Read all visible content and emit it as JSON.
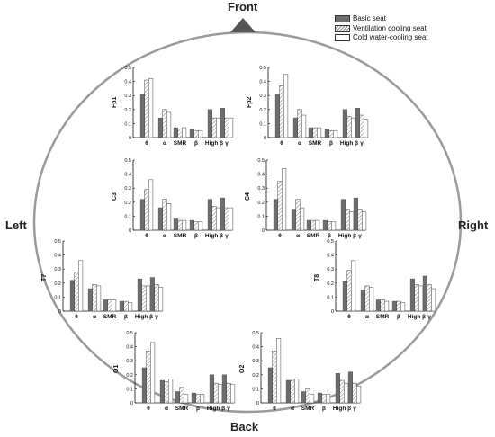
{
  "labels": {
    "front": "Front",
    "back": "Back",
    "left": "Left",
    "right": "Right"
  },
  "colors": {
    "basic": "#6d6d6d",
    "ventilation": "#d0d0d0",
    "cold": "#ffffff",
    "outline": "#333333",
    "ellipse": "#9a9a9a",
    "arrow": "#555555"
  },
  "legend": [
    "Basic seat",
    "Ventilation cooling seat",
    "Cold water-cooling seat"
  ],
  "chart_data": [
    {
      "type": "bar",
      "panel": "Fp1",
      "ylabel": "Fp1",
      "ylim": [
        0,
        0.5
      ],
      "yticks": [
        "0",
        "0.1",
        "0.2",
        "0.3",
        "0.4",
        "0.5"
      ],
      "categories": [
        "θ",
        "α",
        "SMR",
        "β",
        "High β",
        "γ"
      ],
      "series": [
        {
          "name": "Basic seat",
          "values": [
            0.31,
            0.14,
            0.07,
            0.06,
            0.2,
            0.21
          ]
        },
        {
          "name": "Ventilation cooling seat",
          "values": [
            0.41,
            0.2,
            0.06,
            0.05,
            0.14,
            0.14
          ]
        },
        {
          "name": "Cold water-cooling seat",
          "values": [
            0.42,
            0.18,
            0.07,
            0.05,
            0.14,
            0.14
          ]
        }
      ]
    },
    {
      "type": "bar",
      "panel": "Fp2",
      "ylabel": "Fp2",
      "ylim": [
        0,
        0.5
      ],
      "yticks": [
        "0",
        "0.1",
        "0.2",
        "0.3",
        "0.4",
        "0.5"
      ],
      "categories": [
        "θ",
        "α",
        "SMR",
        "β",
        "High β",
        "γ"
      ],
      "series": [
        {
          "name": "Basic seat",
          "values": [
            0.31,
            0.14,
            0.07,
            0.06,
            0.2,
            0.21
          ]
        },
        {
          "name": "Ventilation cooling seat",
          "values": [
            0.37,
            0.2,
            0.07,
            0.05,
            0.15,
            0.16
          ]
        },
        {
          "name": "Cold water-cooling seat",
          "values": [
            0.45,
            0.16,
            0.07,
            0.05,
            0.14,
            0.13
          ]
        }
      ]
    },
    {
      "type": "bar",
      "panel": "C3",
      "ylabel": "C3",
      "ylim": [
        0,
        0.5
      ],
      "yticks": [
        "0",
        "0.1",
        "0.2",
        "0.3",
        "0.4",
        "0.5"
      ],
      "categories": [
        "θ",
        "α",
        "SMR",
        "β",
        "High β",
        "γ"
      ],
      "series": [
        {
          "name": "Basic seat",
          "values": [
            0.22,
            0.16,
            0.08,
            0.07,
            0.22,
            0.23
          ]
        },
        {
          "name": "Ventilation cooling seat",
          "values": [
            0.29,
            0.22,
            0.07,
            0.06,
            0.17,
            0.16
          ]
        },
        {
          "name": "Cold water-cooling seat",
          "values": [
            0.36,
            0.19,
            0.07,
            0.06,
            0.16,
            0.16
          ]
        }
      ]
    },
    {
      "type": "bar",
      "panel": "C4",
      "ylabel": "C4",
      "ylim": [
        0,
        0.5
      ],
      "yticks": [
        "0",
        "0.1",
        "0.2",
        "0.3",
        "0.4",
        "0.5"
      ],
      "categories": [
        "θ",
        "α",
        "SMR",
        "β",
        "High β",
        "γ"
      ],
      "series": [
        {
          "name": "Basic seat",
          "values": [
            0.22,
            0.15,
            0.07,
            0.07,
            0.22,
            0.23
          ]
        },
        {
          "name": "Ventilation cooling seat",
          "values": [
            0.35,
            0.22,
            0.07,
            0.06,
            0.15,
            0.15
          ]
        },
        {
          "name": "Cold water-cooling seat",
          "values": [
            0.44,
            0.16,
            0.07,
            0.06,
            0.13,
            0.13
          ]
        }
      ]
    },
    {
      "type": "bar",
      "panel": "T7",
      "ylabel": "T7",
      "ylim": [
        0,
        0.5
      ],
      "yticks": [
        "0",
        "0.1",
        "0.2",
        "0.3",
        "0.4",
        "0.5"
      ],
      "categories": [
        "θ",
        "α",
        "SMR",
        "β",
        "High β",
        "γ"
      ],
      "series": [
        {
          "name": "Basic seat",
          "values": [
            0.22,
            0.16,
            0.08,
            0.07,
            0.23,
            0.24
          ]
        },
        {
          "name": "Ventilation cooling seat",
          "values": [
            0.28,
            0.19,
            0.08,
            0.07,
            0.18,
            0.19
          ]
        },
        {
          "name": "Cold water-cooling seat",
          "values": [
            0.36,
            0.18,
            0.08,
            0.06,
            0.18,
            0.17
          ]
        }
      ]
    },
    {
      "type": "bar",
      "panel": "T8",
      "ylabel": "T8",
      "ylim": [
        0,
        0.5
      ],
      "yticks": [
        "0",
        "0.1",
        "0.2",
        "0.3",
        "0.4",
        "0.5"
      ],
      "categories": [
        "θ",
        "α",
        "SMR",
        "β",
        "High β",
        "γ"
      ],
      "series": [
        {
          "name": "Basic seat",
          "values": [
            0.21,
            0.15,
            0.08,
            0.07,
            0.23,
            0.25
          ]
        },
        {
          "name": "Ventilation cooling seat",
          "values": [
            0.29,
            0.18,
            0.08,
            0.07,
            0.19,
            0.19
          ]
        },
        {
          "name": "Cold water-cooling seat",
          "values": [
            0.36,
            0.17,
            0.07,
            0.06,
            0.18,
            0.16
          ]
        }
      ]
    },
    {
      "type": "bar",
      "panel": "O1",
      "ylabel": "O1",
      "ylim": [
        0,
        0.5
      ],
      "yticks": [
        "0",
        "0.1",
        "0.2",
        "0.3",
        "0.4",
        "0.5"
      ],
      "categories": [
        "θ",
        "α",
        "SMR",
        "β",
        "High β",
        "γ"
      ],
      "series": [
        {
          "name": "Basic seat",
          "values": [
            0.25,
            0.16,
            0.08,
            0.07,
            0.2,
            0.2
          ]
        },
        {
          "name": "Ventilation cooling seat",
          "values": [
            0.37,
            0.15,
            0.11,
            0.06,
            0.14,
            0.14
          ]
        },
        {
          "name": "Cold water-cooling seat",
          "values": [
            0.43,
            0.17,
            0.06,
            0.06,
            0.13,
            0.13
          ]
        }
      ]
    },
    {
      "type": "bar",
      "panel": "O2",
      "ylabel": "O2",
      "ylim": [
        0,
        0.5
      ],
      "yticks": [
        "0",
        "0.1",
        "0.2",
        "0.3",
        "0.4",
        "0.5"
      ],
      "categories": [
        "θ",
        "α",
        "SMR",
        "β",
        "High β",
        "γ"
      ],
      "series": [
        {
          "name": "Basic seat",
          "values": [
            0.25,
            0.16,
            0.08,
            0.07,
            0.21,
            0.22
          ]
        },
        {
          "name": "Ventilation cooling seat",
          "values": [
            0.37,
            0.16,
            0.1,
            0.06,
            0.16,
            0.14
          ]
        },
        {
          "name": "Cold water-cooling seat",
          "values": [
            0.46,
            0.17,
            0.06,
            0.06,
            0.14,
            0.12
          ]
        }
      ]
    }
  ]
}
